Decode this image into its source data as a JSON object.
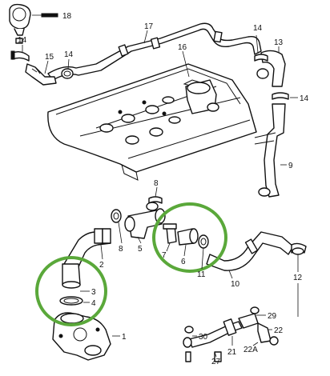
{
  "callouts": {
    "c18": "18",
    "c14a": "14",
    "c15": "15",
    "c14b": "14",
    "c17": "17",
    "c16": "16",
    "c14c": "14",
    "c13": "13",
    "c14d": "14",
    "c9": "9",
    "c8a": "8",
    "c2": "2",
    "c8b": "8",
    "c5": "5",
    "c7": "7",
    "c6": "6",
    "c11": "11",
    "c10": "10",
    "c12": "12",
    "c3": "3",
    "c4": "4",
    "c1": "1",
    "c29": "29",
    "c22": "22",
    "c30": "30",
    "c27": "27",
    "c21": "21",
    "c22a": "22A"
  },
  "colors": {
    "highlight": "#5aa83a",
    "line": "#111111"
  }
}
